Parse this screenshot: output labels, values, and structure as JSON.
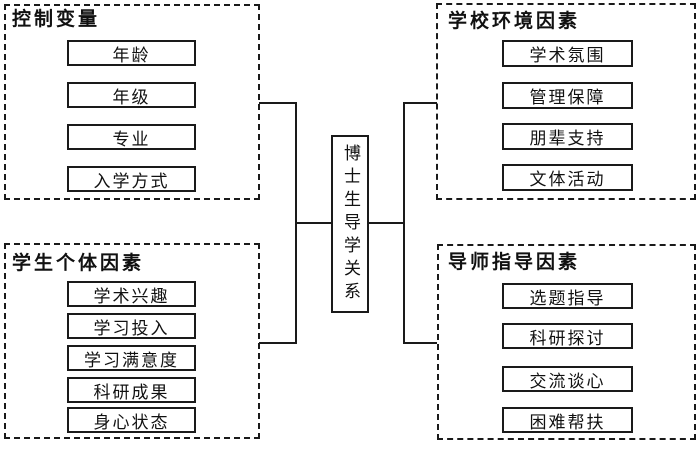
{
  "figure": {
    "center_label": "博士生导学关系"
  },
  "groups": [
    {
      "title": "控制变量",
      "items": [
        "年龄",
        "年级",
        "专业",
        "入学方式"
      ]
    },
    {
      "title": "学校环境因素",
      "items": [
        "学术氛围",
        "管理保障",
        "朋辈支持",
        "文体活动"
      ]
    },
    {
      "title": "学生个体因素",
      "items": [
        "学术兴趣",
        "学习投入",
        "学习满意度",
        "科研成果",
        "身心状态"
      ]
    },
    {
      "title": "导师指导因素",
      "items": [
        "选题指导",
        "科研探讨",
        "交流谈心",
        "困难帮扶"
      ]
    }
  ],
  "colors": {
    "line": "#1a1a1a",
    "background": "#ffffff",
    "text": "#111111"
  }
}
